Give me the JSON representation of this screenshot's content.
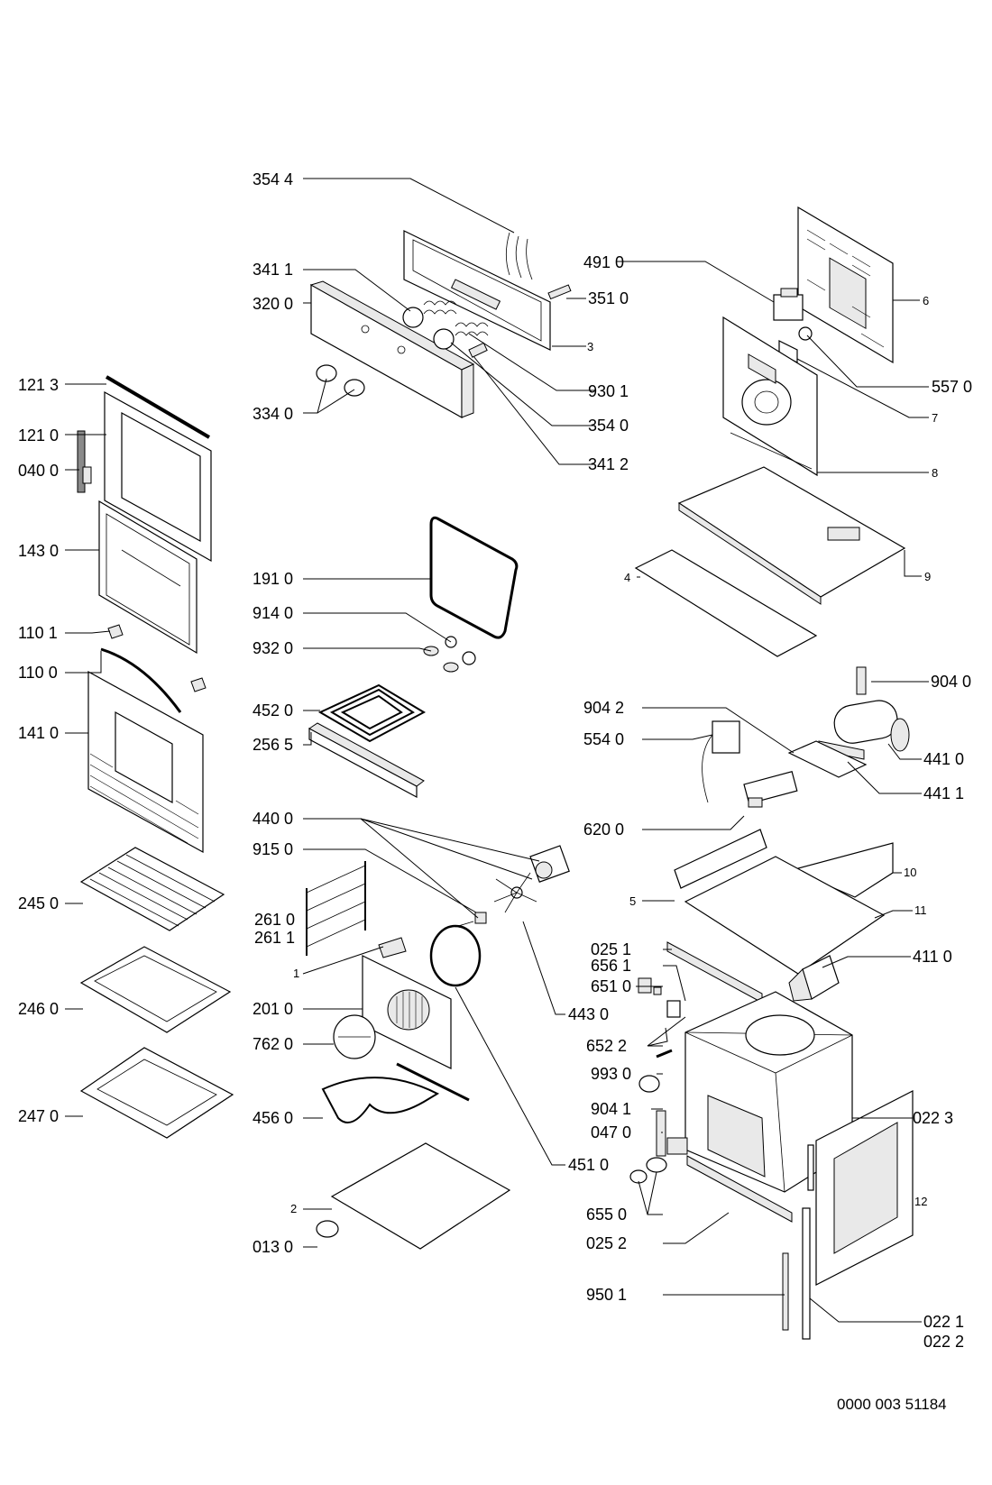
{
  "document_id": "0000 003 51184",
  "callouts": [
    "354 4",
    "341 1",
    "320 0",
    "351 0",
    "3",
    "930 1",
    "334 0",
    "354 0",
    "341 2",
    "491 0",
    "6",
    "557 0",
    "7",
    "8",
    "121 3",
    "121 0",
    "040 0",
    "143 0",
    "191 0",
    "914 0",
    "932 0",
    "452 0",
    "256 5",
    "110 1",
    "110 0",
    "141 0",
    "9",
    "4",
    "904 0",
    "904 2",
    "554 0",
    "441 0",
    "441 1",
    "620 0",
    "440 0",
    "915 0",
    "261 0",
    "261 1",
    "1",
    "201 0",
    "762 0",
    "443 0",
    "456 0",
    "451 0",
    "2",
    "013 0",
    "245 0",
    "246 0",
    "247 0",
    "5",
    "10",
    "11",
    "025 1",
    "656 1",
    "651 0",
    "411 0",
    "652 2",
    "993 0",
    "904 1",
    "047 0",
    "022 3",
    "655 0",
    "025 2",
    "12",
    "950 1",
    "022 1",
    "022 2"
  ]
}
